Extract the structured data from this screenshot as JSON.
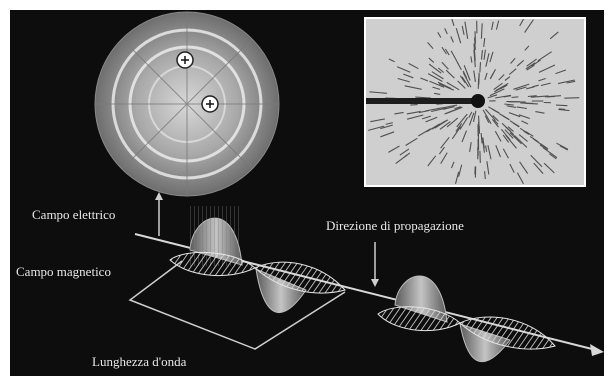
{
  "labels": {
    "electric_field": "Campo elettrico",
    "magnetic_field": "Campo magnetico",
    "propagation_direction": "Direzione di propagazione",
    "wavelength": "Lunghezza d'onda"
  },
  "charges": {
    "symbol": "+"
  },
  "colors": {
    "background": "#0d0d0d",
    "foreground": "#e9e9e9",
    "frame": "#ffffff"
  }
}
